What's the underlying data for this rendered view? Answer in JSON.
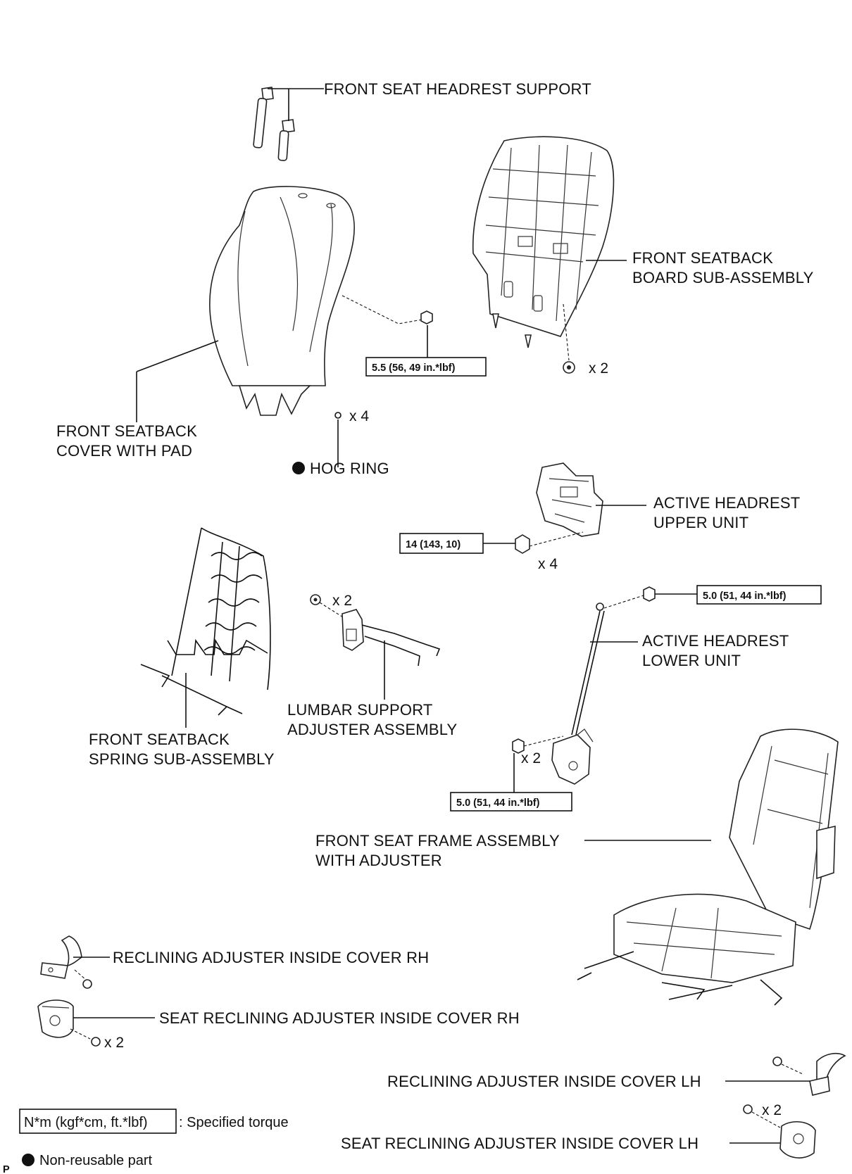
{
  "labels": {
    "headrest_support": "FRONT SEAT HEADREST SUPPORT",
    "board_l1": "FRONT SEATBACK",
    "board_l2": "BOARD SUB-ASSEMBLY",
    "cover_l1": "FRONT SEATBACK",
    "cover_l2": "COVER WITH PAD",
    "hog_ring": "HOG RING",
    "upper_l1": "ACTIVE HEADREST",
    "upper_l2": "UPPER UNIT",
    "lower_l1": "ACTIVE HEADREST",
    "lower_l2": "LOWER UNIT",
    "lumbar_l1": "LUMBAR SUPPORT",
    "lumbar_l2": "ADJUSTER ASSEMBLY",
    "spring_l1": "FRONT SEATBACK",
    "spring_l2": "SPRING SUB-ASSEMBLY",
    "frame_l1": "FRONT SEAT FRAME ASSEMBLY",
    "frame_l2": "WITH ADJUSTER",
    "recl_rh": "RECLINING ADJUSTER INSIDE COVER RH",
    "seat_recl_rh": "SEAT RECLINING ADJUSTER INSIDE COVER RH",
    "recl_lh": "RECLINING ADJUSTER INSIDE COVER LH",
    "seat_recl_lh": "SEAT RECLINING ADJUSTER INSIDE COVER LH"
  },
  "torques": {
    "cover_nut": "5.5 (56, 49 in.*lbf)",
    "upper_nut": "14 (143, 10)",
    "lower_top_nut": "5.0 (51, 44 in.*lbf)",
    "lower_bottom_nut": "5.0 (51, 44 in.*lbf)"
  },
  "quantities": {
    "board_screw": "x 2",
    "hog_ring": "x 4",
    "upper_nut": "x 4",
    "lumbar_screw": "x 2",
    "lower_nut": "x 2",
    "seat_recl_rh_screw": "x 2",
    "seat_recl_lh_screw": "x 2"
  },
  "legend": {
    "torque_box": "N*m (kgf*cm, ft.*lbf)",
    "torque_text": ": Specified torque",
    "nonreusable_text": "Non-reusable part"
  },
  "corner_mark": "P"
}
